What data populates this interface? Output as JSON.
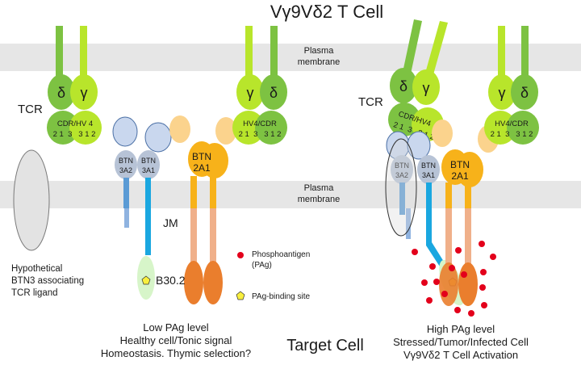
{
  "title": "Vγ9Vδ2 T Cell",
  "target_cell_label": "Target Cell",
  "membrane_label_top": [
    "Plasma",
    "membrane"
  ],
  "membrane_label_bottom": [
    "Plasma",
    "membrane"
  ],
  "tcr_label": "TCR",
  "chain_delta": "δ",
  "chain_gamma": "γ",
  "cdr_left": "CDR/HV 4",
  "cdr_left_nums": "2 1  3   3 1 2",
  "cdr_right": "HV4/CDR",
  "cdr_right_nums": "2 1  3   3 1 2",
  "cdr_act": "CDR/HV4",
  "cdr_act_nums": "2 1  3   3 1 2",
  "btn3a2": [
    "BTN",
    "3A2"
  ],
  "btn3a1": [
    "BTN",
    "3A1"
  ],
  "btn2a1": [
    "BTN",
    "2A1"
  ],
  "jm_label": "JM",
  "b302_label": "B30.2",
  "ligand_label": [
    "Hypothetical",
    "BTN3 associating",
    "TCR ligand"
  ],
  "legend": {
    "pag": [
      "Phosphoantigen",
      "(PAg)"
    ],
    "site": "PAg-binding site"
  },
  "left_caption": [
    "Low PAg level",
    "Healthy cell/Tonic signal",
    "Homeostasis. Thymic selection?"
  ],
  "right_caption": [
    "High PAg level",
    "Stressed/Tumor/Infected Cell",
    "Vγ9Vδ2 T Cell Activation"
  ],
  "colors": {
    "membrane": "#e6e6e6",
    "delta": "#7dc242",
    "gamma": "#b8e52b",
    "btn3": "#b7c3d6",
    "btn3_stalk": "#5b9bd5",
    "btn2a1": "#f7b21a",
    "btn2a1_light": "#fbd38d",
    "btn2a1_stalk": "#f0b08a",
    "b302_orange": "#ea7e2d",
    "b302_green": "#d7f5c9",
    "pag": "#e3001b",
    "site": "#f8ef3e"
  }
}
